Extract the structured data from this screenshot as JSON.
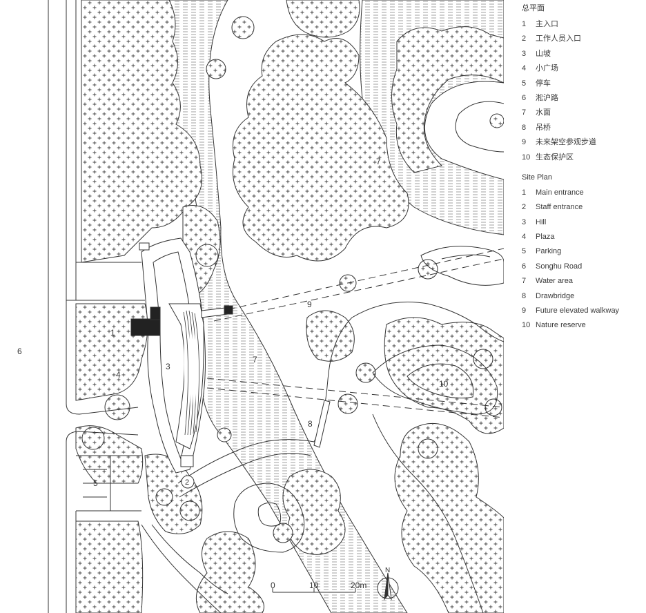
{
  "legend_cn": {
    "title": "总平面",
    "items": [
      {
        "num": "1",
        "label": "主入口"
      },
      {
        "num": "2",
        "label": "工作人员入口"
      },
      {
        "num": "3",
        "label": "山坡"
      },
      {
        "num": "4",
        "label": "小广场"
      },
      {
        "num": "5",
        "label": "停车"
      },
      {
        "num": "6",
        "label": "淞沪路"
      },
      {
        "num": "7",
        "label": "水面"
      },
      {
        "num": "8",
        "label": "吊桥"
      },
      {
        "num": "9",
        "label": "未来架空参观步道"
      },
      {
        "num": "10",
        "label": "生态保护区"
      }
    ]
  },
  "legend_en": {
    "title": "Site Plan",
    "items": [
      {
        "num": "1",
        "label": "Main entrance"
      },
      {
        "num": "2",
        "label": "Staff entrance"
      },
      {
        "num": "3",
        "label": "Hill"
      },
      {
        "num": "4",
        "label": "Plaza"
      },
      {
        "num": "5",
        "label": "Parking"
      },
      {
        "num": "6",
        "label": "Songhu Road"
      },
      {
        "num": "7",
        "label": "Water area"
      },
      {
        "num": "8",
        "label": "Drawbridge"
      },
      {
        "num": "9",
        "label": "Future elevated walkway"
      },
      {
        "num": "10",
        "label": "Nature reserve"
      }
    ]
  },
  "plan_labels": {
    "road": "6",
    "main_entrance": "1",
    "staff_entrance": "2",
    "hill": "3",
    "plaza": "4",
    "parking": "5",
    "water_left": "7",
    "water_right": "7",
    "drawbridge": "8",
    "walkway": "9",
    "reserve": "10"
  },
  "scale_bar": {
    "t0": "0",
    "t1": "10",
    "t2": "20m"
  },
  "north_arrow": {
    "label": "N"
  },
  "colors": {
    "line": "#333333",
    "background": "#ffffff"
  }
}
